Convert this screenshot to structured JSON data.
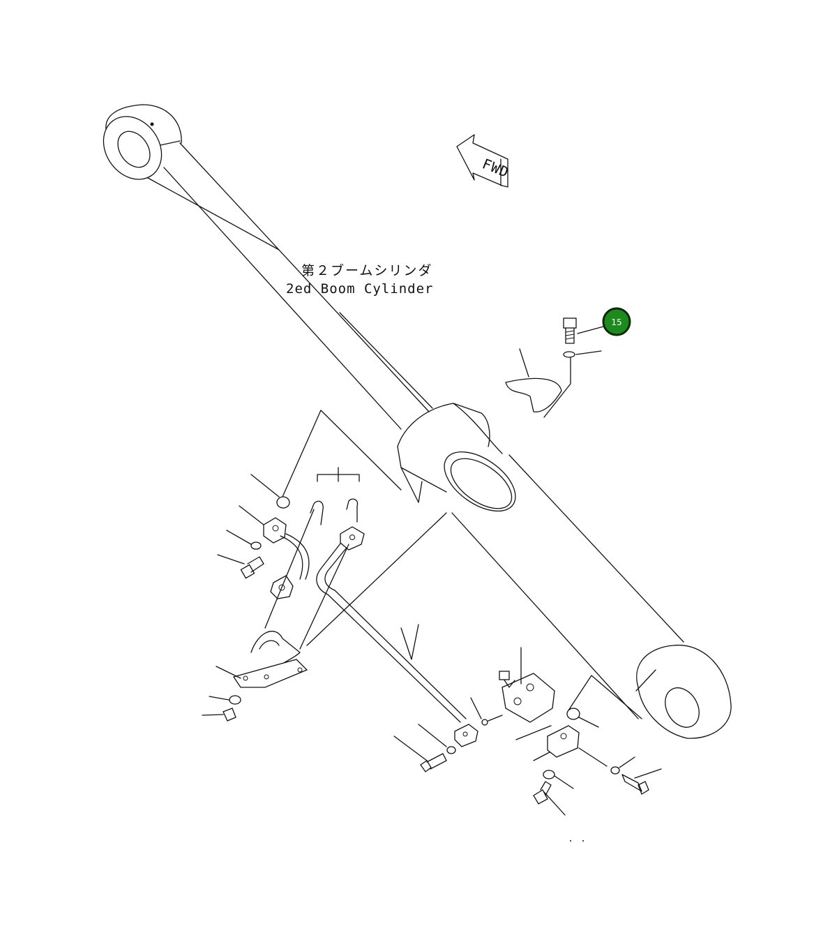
{
  "diagram": {
    "title_jp": "第２ブームシリンダ",
    "title_en": "2ed Boom Cylinder",
    "fwd_label": "FWD",
    "callouts": [
      {
        "id": "callout-15",
        "label": "15",
        "color": "#1e8a1e"
      }
    ],
    "line_color": "#111111",
    "background": "#ffffff"
  }
}
